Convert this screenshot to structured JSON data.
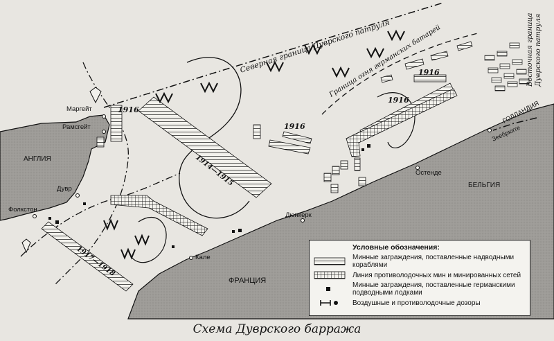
{
  "caption": "Схема Дуврского барража",
  "labels": {
    "north_border": "Северная граница Дуврского патруля",
    "east_border_1": "Восточная граница",
    "east_border_2": "Дуврского патруля",
    "batteries_1": "Граница огня германских батарей",
    "england": "АНГЛИЯ",
    "france": "ФРАНЦИЯ",
    "belgium": "БЕЛЬГИЯ",
    "holland": "ГОЛЛАНДИЯ",
    "margate": "Маргейт",
    "ramsgate": "Рамсгейт",
    "dover": "Дувр",
    "folkestone": "Фолкстон",
    "calais": "Кале",
    "dunkirk": "Дюнкерк",
    "ostend": "Остенде",
    "zeebrugge": "Зеебрюгге",
    "y1916_a": "1916",
    "y1916_b": "1916",
    "y1916_c": "1916",
    "y1916_d": "1916",
    "y1914_1915": "1914—1915",
    "y1917_1918": "1917—1918"
  },
  "legend": {
    "title": "Условные обозначения:",
    "items": [
      {
        "key": "surface",
        "text": "Минные заграждения, поставленные надводными кораблями"
      },
      {
        "key": "net",
        "text": "Линия противолодочных мин и минированных сетей"
      },
      {
        "key": "sub",
        "text": "Минные заграждения, поставленные германскими подводными лодками"
      },
      {
        "key": "patrol",
        "text": "Воздушные и противолодочные дозоры"
      }
    ]
  },
  "colors": {
    "land": "#9e9c98",
    "sea": "#e8e6e1",
    "ink": "#111111"
  }
}
